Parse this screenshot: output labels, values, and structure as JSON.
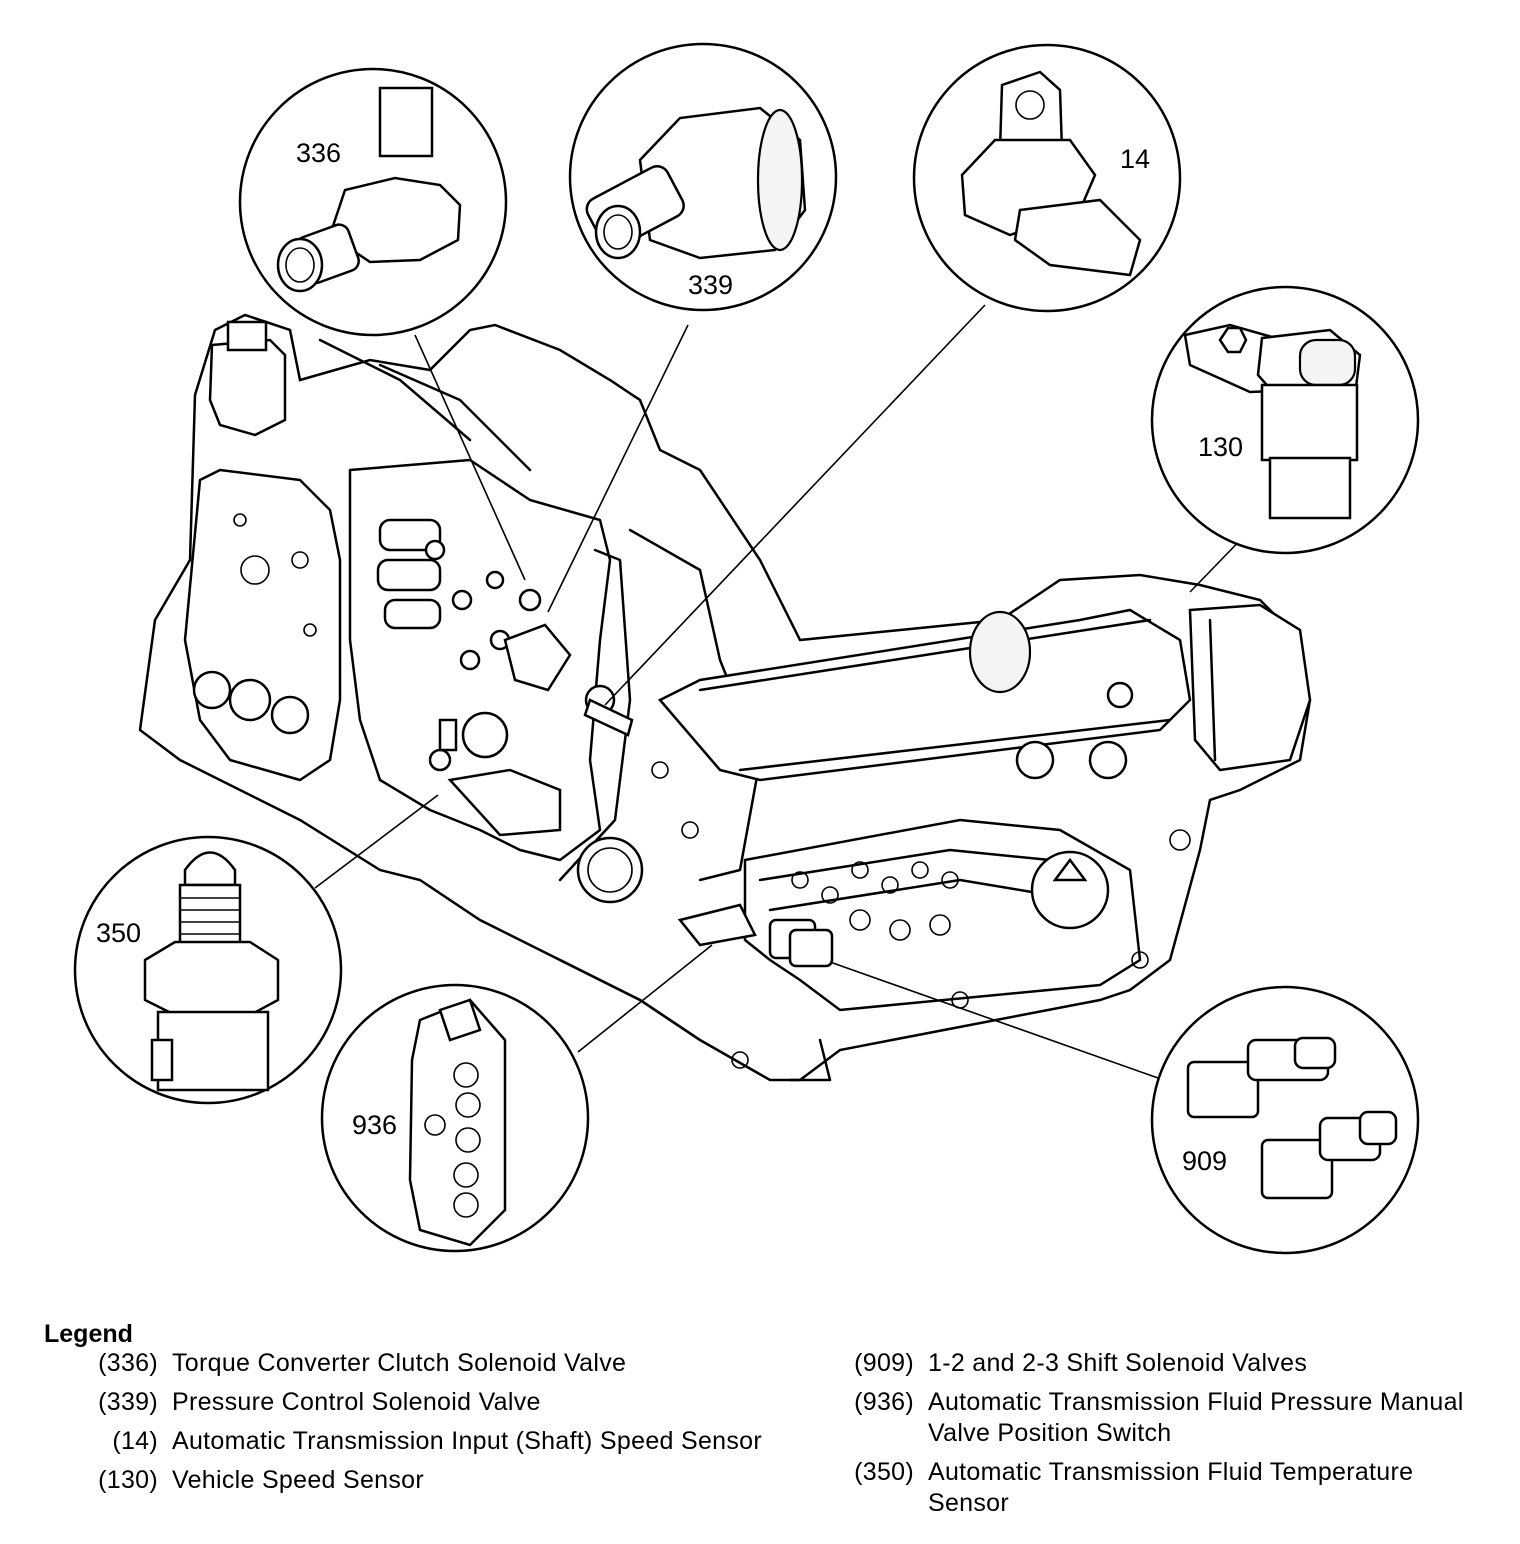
{
  "callouts": [
    {
      "id": "336",
      "label": "336"
    },
    {
      "id": "339",
      "label": "339"
    },
    {
      "id": "14",
      "label": "14"
    },
    {
      "id": "130",
      "label": "130"
    },
    {
      "id": "350",
      "label": "350"
    },
    {
      "id": "936",
      "label": "936"
    },
    {
      "id": "909",
      "label": "909"
    }
  ],
  "legend": {
    "title": "Legend",
    "left": [
      {
        "num": "(336)",
        "text": "Torque Converter Clutch Solenoid Valve"
      },
      {
        "num": "(339)",
        "text": "Pressure Control Solenoid Valve"
      },
      {
        "num": "(14)",
        "text": "Automatic Transmission Input (Shaft) Speed Sensor"
      },
      {
        "num": "(130)",
        "text": "Vehicle Speed Sensor"
      }
    ],
    "right": [
      {
        "num": "(909)",
        "text": "1-2 and 2-3 Shift Solenoid Valves"
      },
      {
        "num": "(936)",
        "text": "Automatic Transmission Fluid Pressure Manual Valve Position Switch"
      },
      {
        "num": "(350)",
        "text": "Automatic Transmission Fluid Temperature Sensor"
      }
    ]
  }
}
